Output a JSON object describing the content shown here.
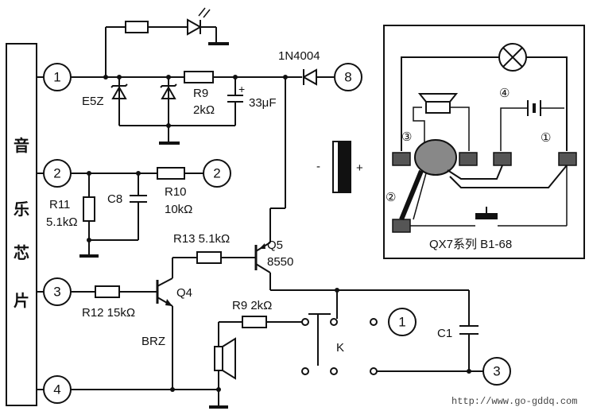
{
  "chip": {
    "chars": [
      "音",
      "乐",
      "芯",
      "片"
    ]
  },
  "terminals": {
    "t1": "1",
    "t2": "2",
    "t3": "3",
    "t4": "4",
    "t8": "8",
    "t2r": "2",
    "t1r": "1",
    "t3r": "3"
  },
  "components": {
    "diode_top": "1N4004",
    "zener": "E5Z",
    "r9_top_name": "R9",
    "r9_top_value": "2kΩ",
    "cap_top": "33μF",
    "r11_name": "R11",
    "r11_value": "5.1kΩ",
    "c8": "C8",
    "r10_name": "R10",
    "r10_value": "10kΩ",
    "r13": "R13  5.1kΩ",
    "q5_name": "Q5",
    "q5_type": "8550",
    "r12": "R12  15kΩ",
    "q4": "Q4",
    "brz": "BRZ",
    "r9_bottom": "R9  2kΩ",
    "switch": "K",
    "c1": "C1"
  },
  "inset": {
    "callout_1": "①",
    "callout_2": "②",
    "callout_3": "③",
    "callout_4": "④",
    "caption": "QX7系列  B1-68"
  },
  "battery_side": {
    "minus": "-",
    "plus": "+"
  },
  "watermark": "http://www.go-gddq.com"
}
